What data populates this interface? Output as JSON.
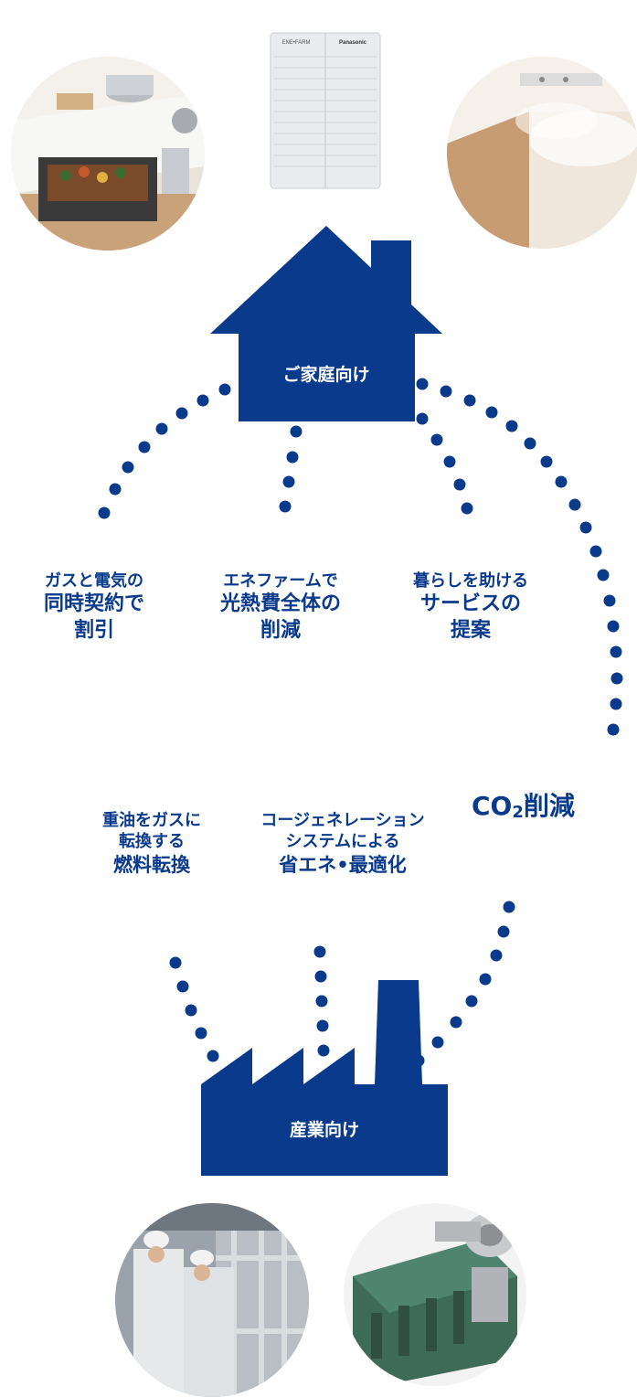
{
  "colors": {
    "brand_blue": "#0a3a8c",
    "background": "#ffffff"
  },
  "home": {
    "label": "ご家庭向け",
    "photos": [
      "kitchen-stove-photo",
      "fuel-cell-unit-photo",
      "bathroom-mist-photo"
    ],
    "fuelcell": {
      "left_brand": "ENE•FARM",
      "right_brand": "Panasonic"
    }
  },
  "captions_home": [
    {
      "l1": "ガスと電気の",
      "l2": "同時契約で",
      "l3": "割引"
    },
    {
      "l1": "エネファームで",
      "l2": "光熱費全体の",
      "l3": "削減"
    },
    {
      "l1": "暮らしを助ける",
      "l2": "サービスの",
      "l3": "提案"
    }
  ],
  "co2": {
    "prefix": "CO",
    "sub": "2",
    "suffix": "削減"
  },
  "captions_industry": [
    {
      "l1": "重油をガスに",
      "l2": "転換する",
      "l3": "燃料転換"
    },
    {
      "l1": "コージェネレーション",
      "l2": "システムによる",
      "l3": "省エネ•最適化"
    }
  ],
  "industry": {
    "label": "産業向け",
    "photos": [
      "plant-workers-photo",
      "gas-engine-photo"
    ]
  }
}
